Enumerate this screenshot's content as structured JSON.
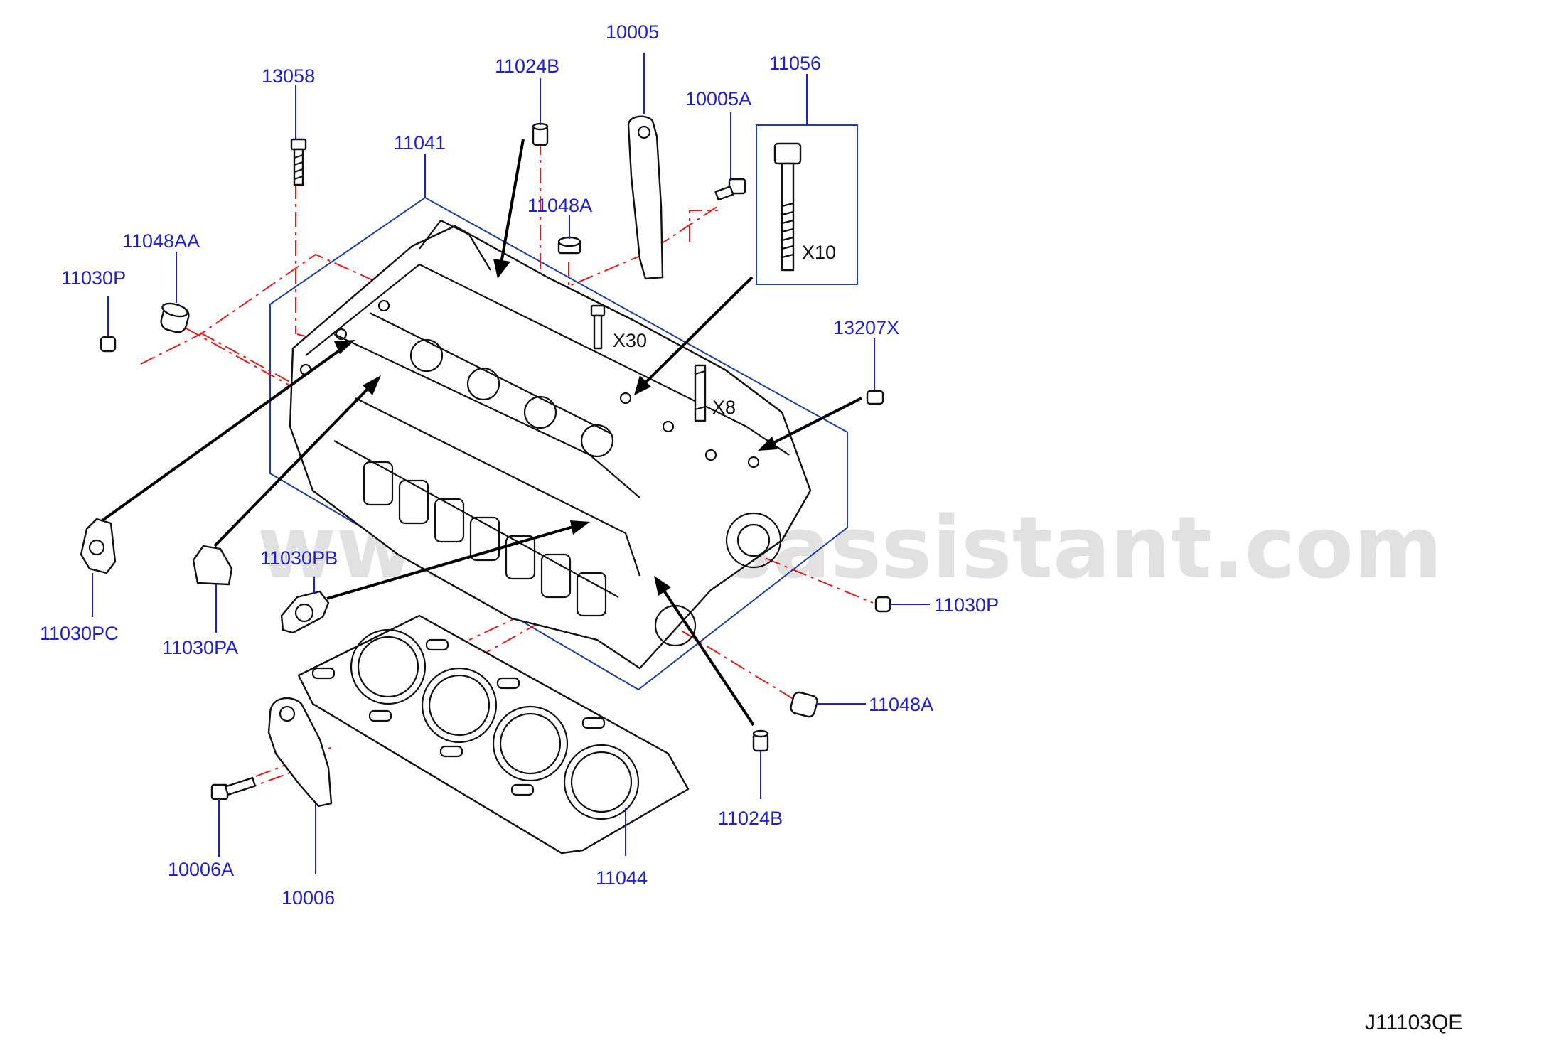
{
  "watermark": "www.partsassistant.com",
  "diagram_code": "J11103QE",
  "colors": {
    "label": "#1f1fd0",
    "guide_line": "#e21b1b",
    "frame": "#1f3fa0",
    "ink": "#111111"
  },
  "labels": {
    "p13058": "13058",
    "p11024B_top": "11024B",
    "p10005": "10005",
    "p10005A": "10005A",
    "p11056": "11056",
    "p11041": "11041",
    "p11048A_top": "11048A",
    "p11048AA": "11048AA",
    "p11030P_left": "11030P",
    "p13207X": "13207X",
    "p11030PB": "11030PB",
    "p11030PC": "11030PC",
    "p11030PA": "11030PA",
    "p11030P_right": "11030P",
    "p11048A_right": "11048A",
    "p11024B_bottom": "11024B",
    "p10006A": "10006A",
    "p10006": "10006",
    "p11044": "11044"
  },
  "multipliers": {
    "bolt_box": "X10",
    "small_bolt": "X30",
    "stud": "X8"
  }
}
